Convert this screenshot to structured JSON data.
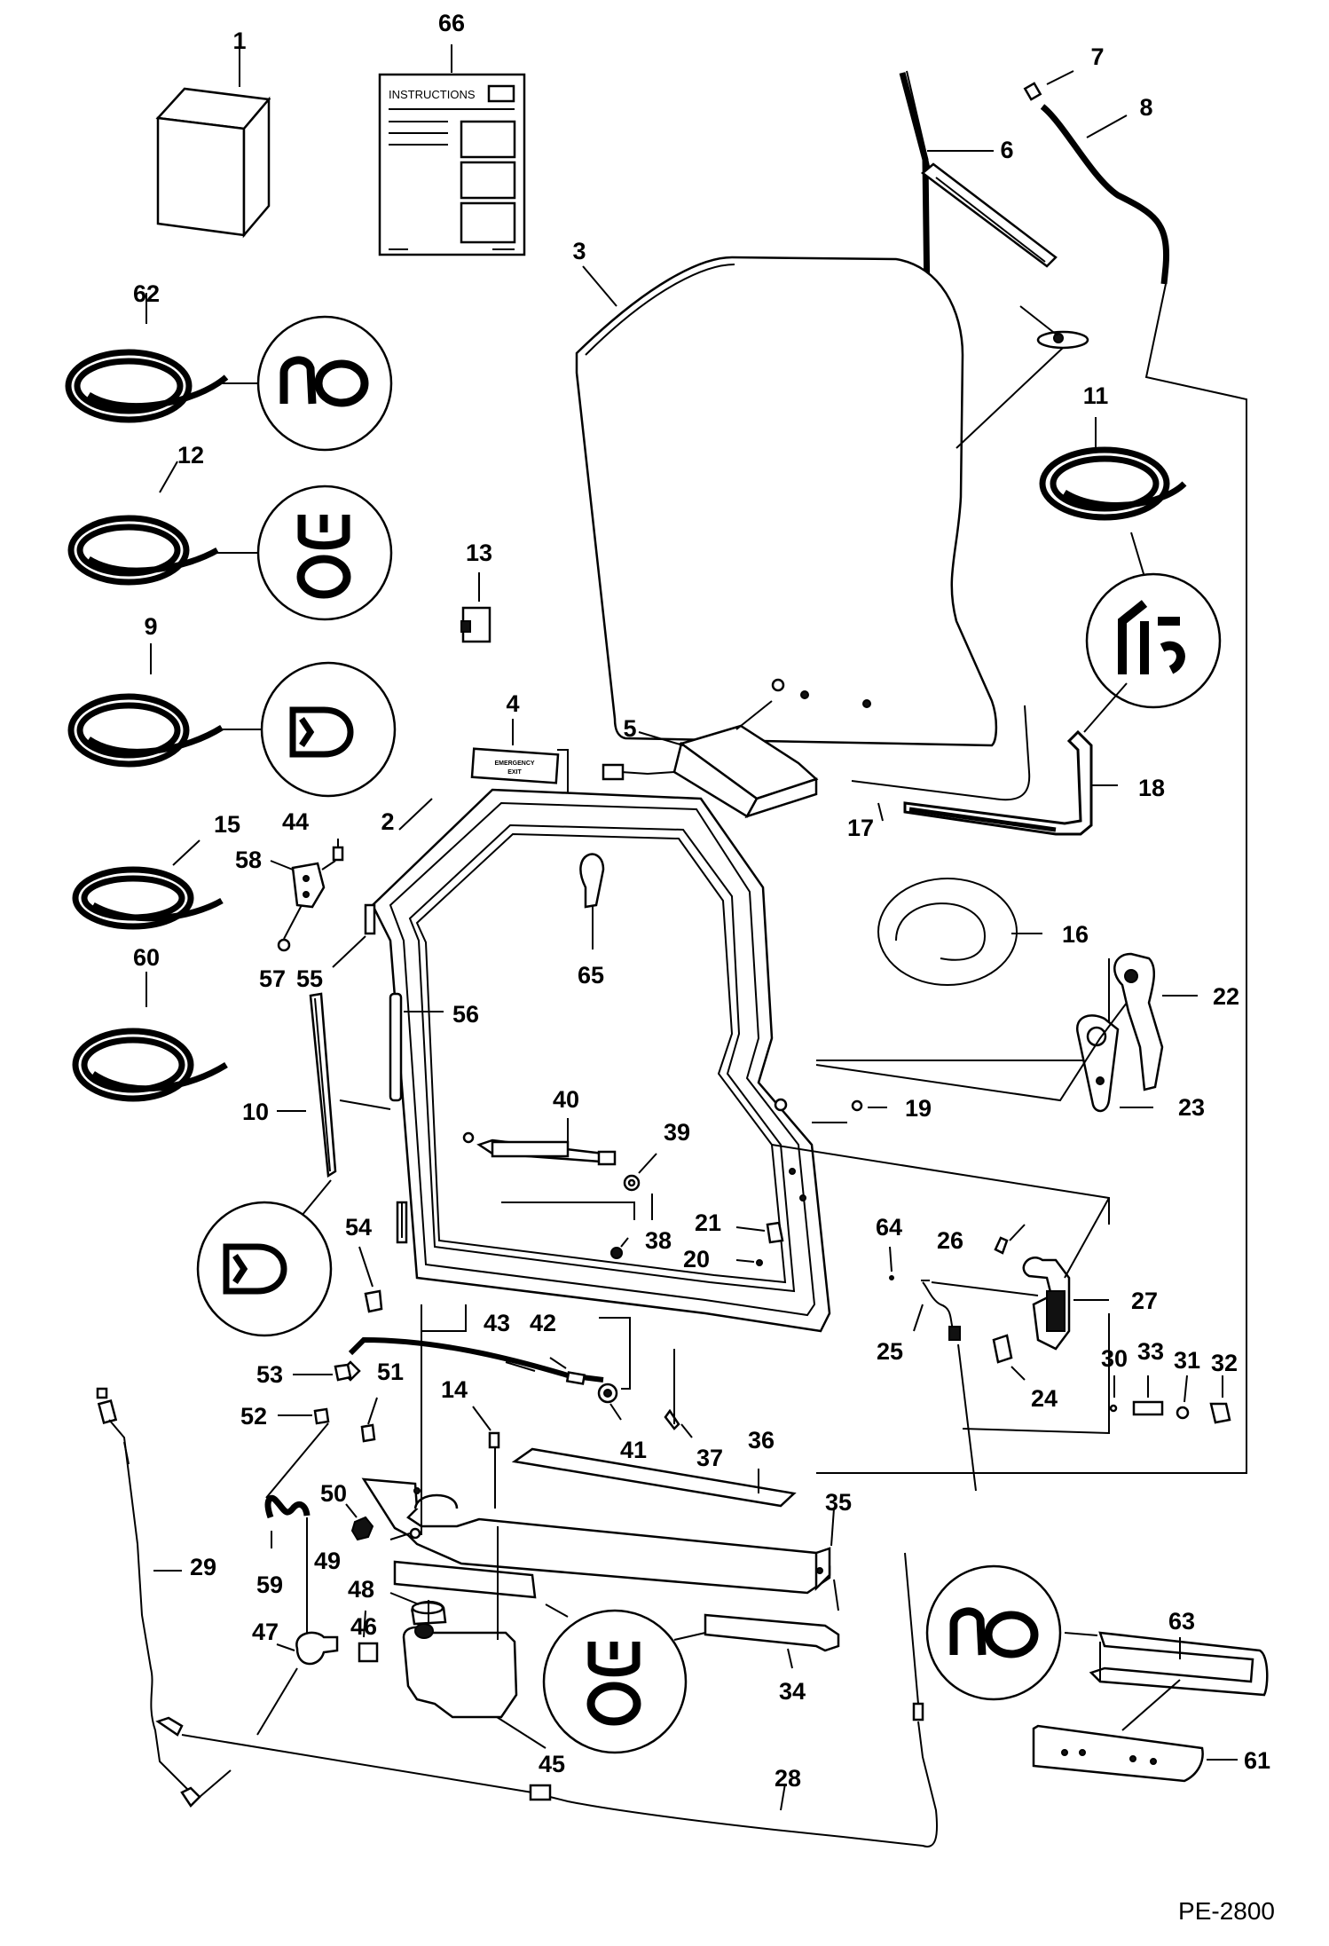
{
  "drawing": {
    "code": "PE-2800",
    "manual": {
      "title": "INSTRUCTIONS"
    },
    "decal": {
      "line1": "EMERGENCY",
      "line2": "EXIT"
    }
  },
  "callouts": [
    "1",
    "66",
    "7",
    "8",
    "6",
    "3",
    "62",
    "12",
    "13",
    "11",
    "9",
    "4",
    "5",
    "18",
    "17",
    "15",
    "44",
    "2",
    "58",
    "16",
    "22",
    "60",
    "65",
    "57",
    "55",
    "56",
    "23",
    "10",
    "40",
    "19",
    "39",
    "21",
    "38",
    "54",
    "20",
    "64",
    "26",
    "27",
    "43",
    "42",
    "53",
    "51",
    "14",
    "41",
    "37",
    "36",
    "52",
    "25",
    "24",
    "30",
    "33",
    "31",
    "32",
    "50",
    "35",
    "49",
    "29",
    "59",
    "48",
    "46",
    "47",
    "45",
    "34",
    "63",
    "28",
    "61"
  ]
}
